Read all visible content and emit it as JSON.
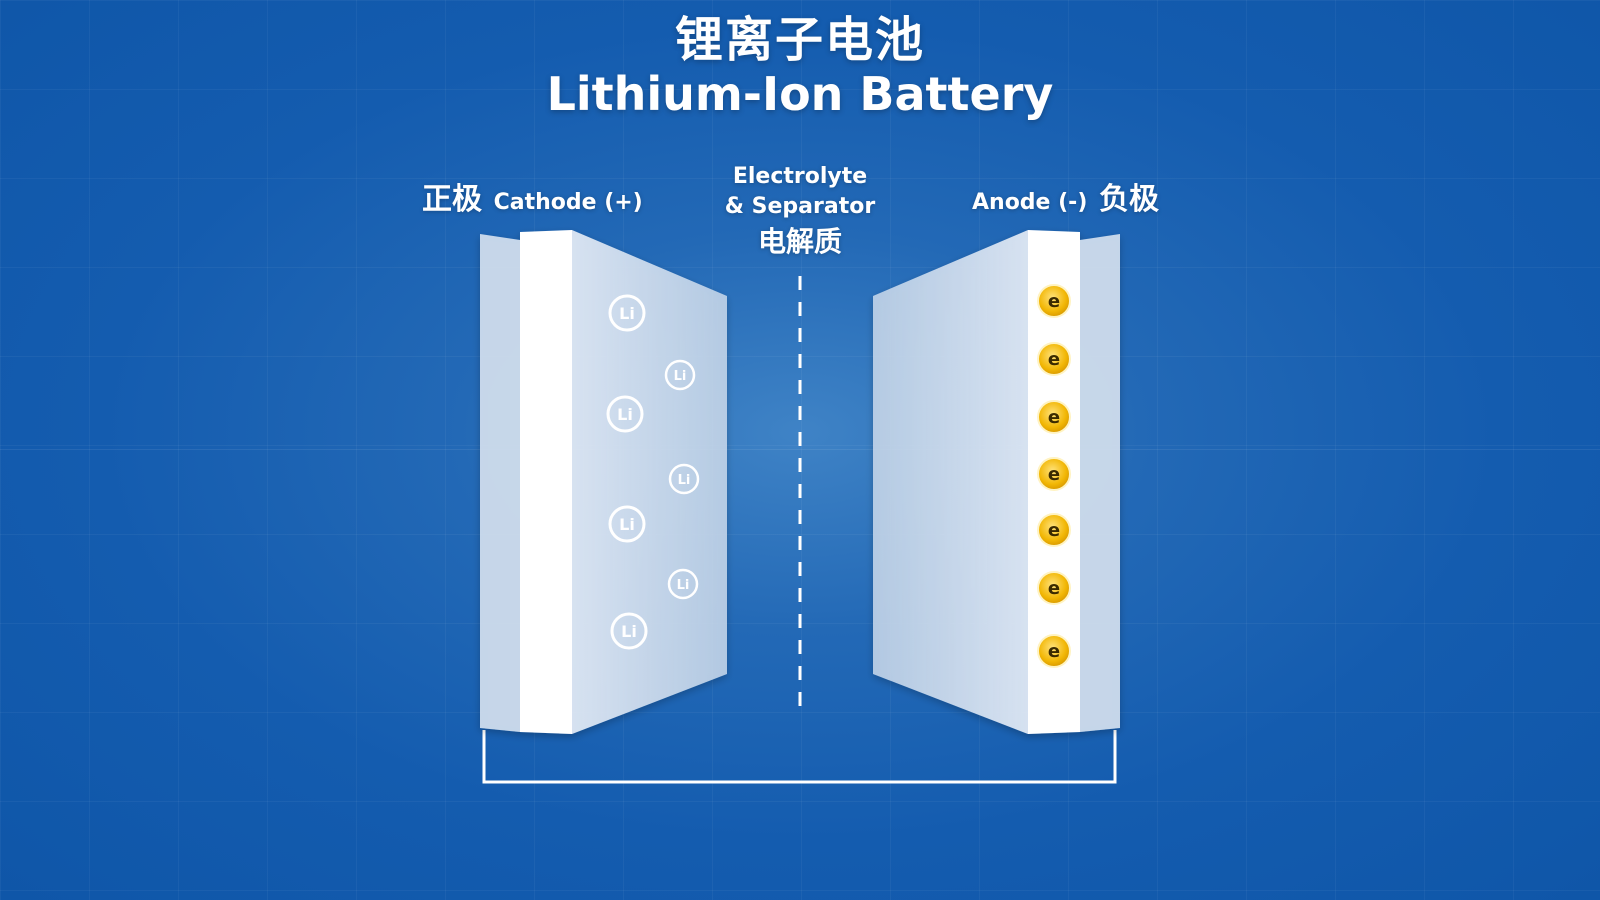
{
  "title": {
    "cn": "锂离子电池",
    "en": "Lithium-Ion Battery"
  },
  "cathode": {
    "cn": "正极",
    "en": "Cathode (+)",
    "ion_label": "Li",
    "ion_count": 7
  },
  "anode": {
    "cn": "负极",
    "en": "Anode (-)",
    "electron_label": "e",
    "electron_count": 7
  },
  "electrolyte": {
    "line1": "Electrolyte",
    "line2": "& Separator",
    "cn": "电解质"
  },
  "colors": {
    "background": "#145caf",
    "electrode": "#e4ecf6",
    "current_collector": "#ffffff",
    "electron": "#f2b705",
    "wire": "#ffffff"
  },
  "icons": {
    "ion": "lithium-ion-icon",
    "electron": "electron-icon"
  }
}
